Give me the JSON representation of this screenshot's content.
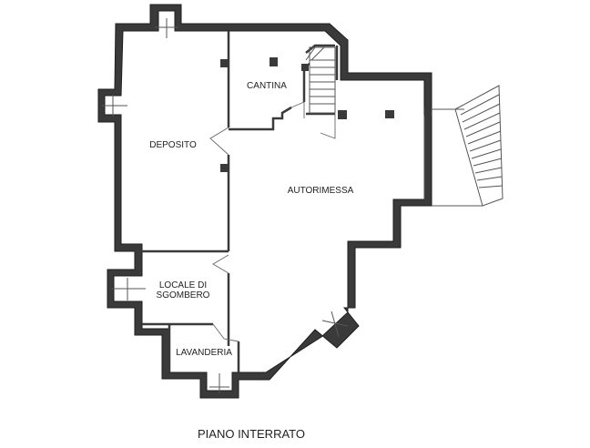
{
  "rooms": {
    "deposito": "DEPOSITO",
    "cantina": "CANTINA",
    "autorimessa": "AUTORIMESSA",
    "locale_line1": "LOCALE DI",
    "locale_line2": "SGOMBERO",
    "lavanderia": "LAVANDERIA"
  },
  "plan_title": "PIANO INTERRATO",
  "colors": {
    "wall": "#3a3a3a",
    "background": "#ffffff"
  }
}
